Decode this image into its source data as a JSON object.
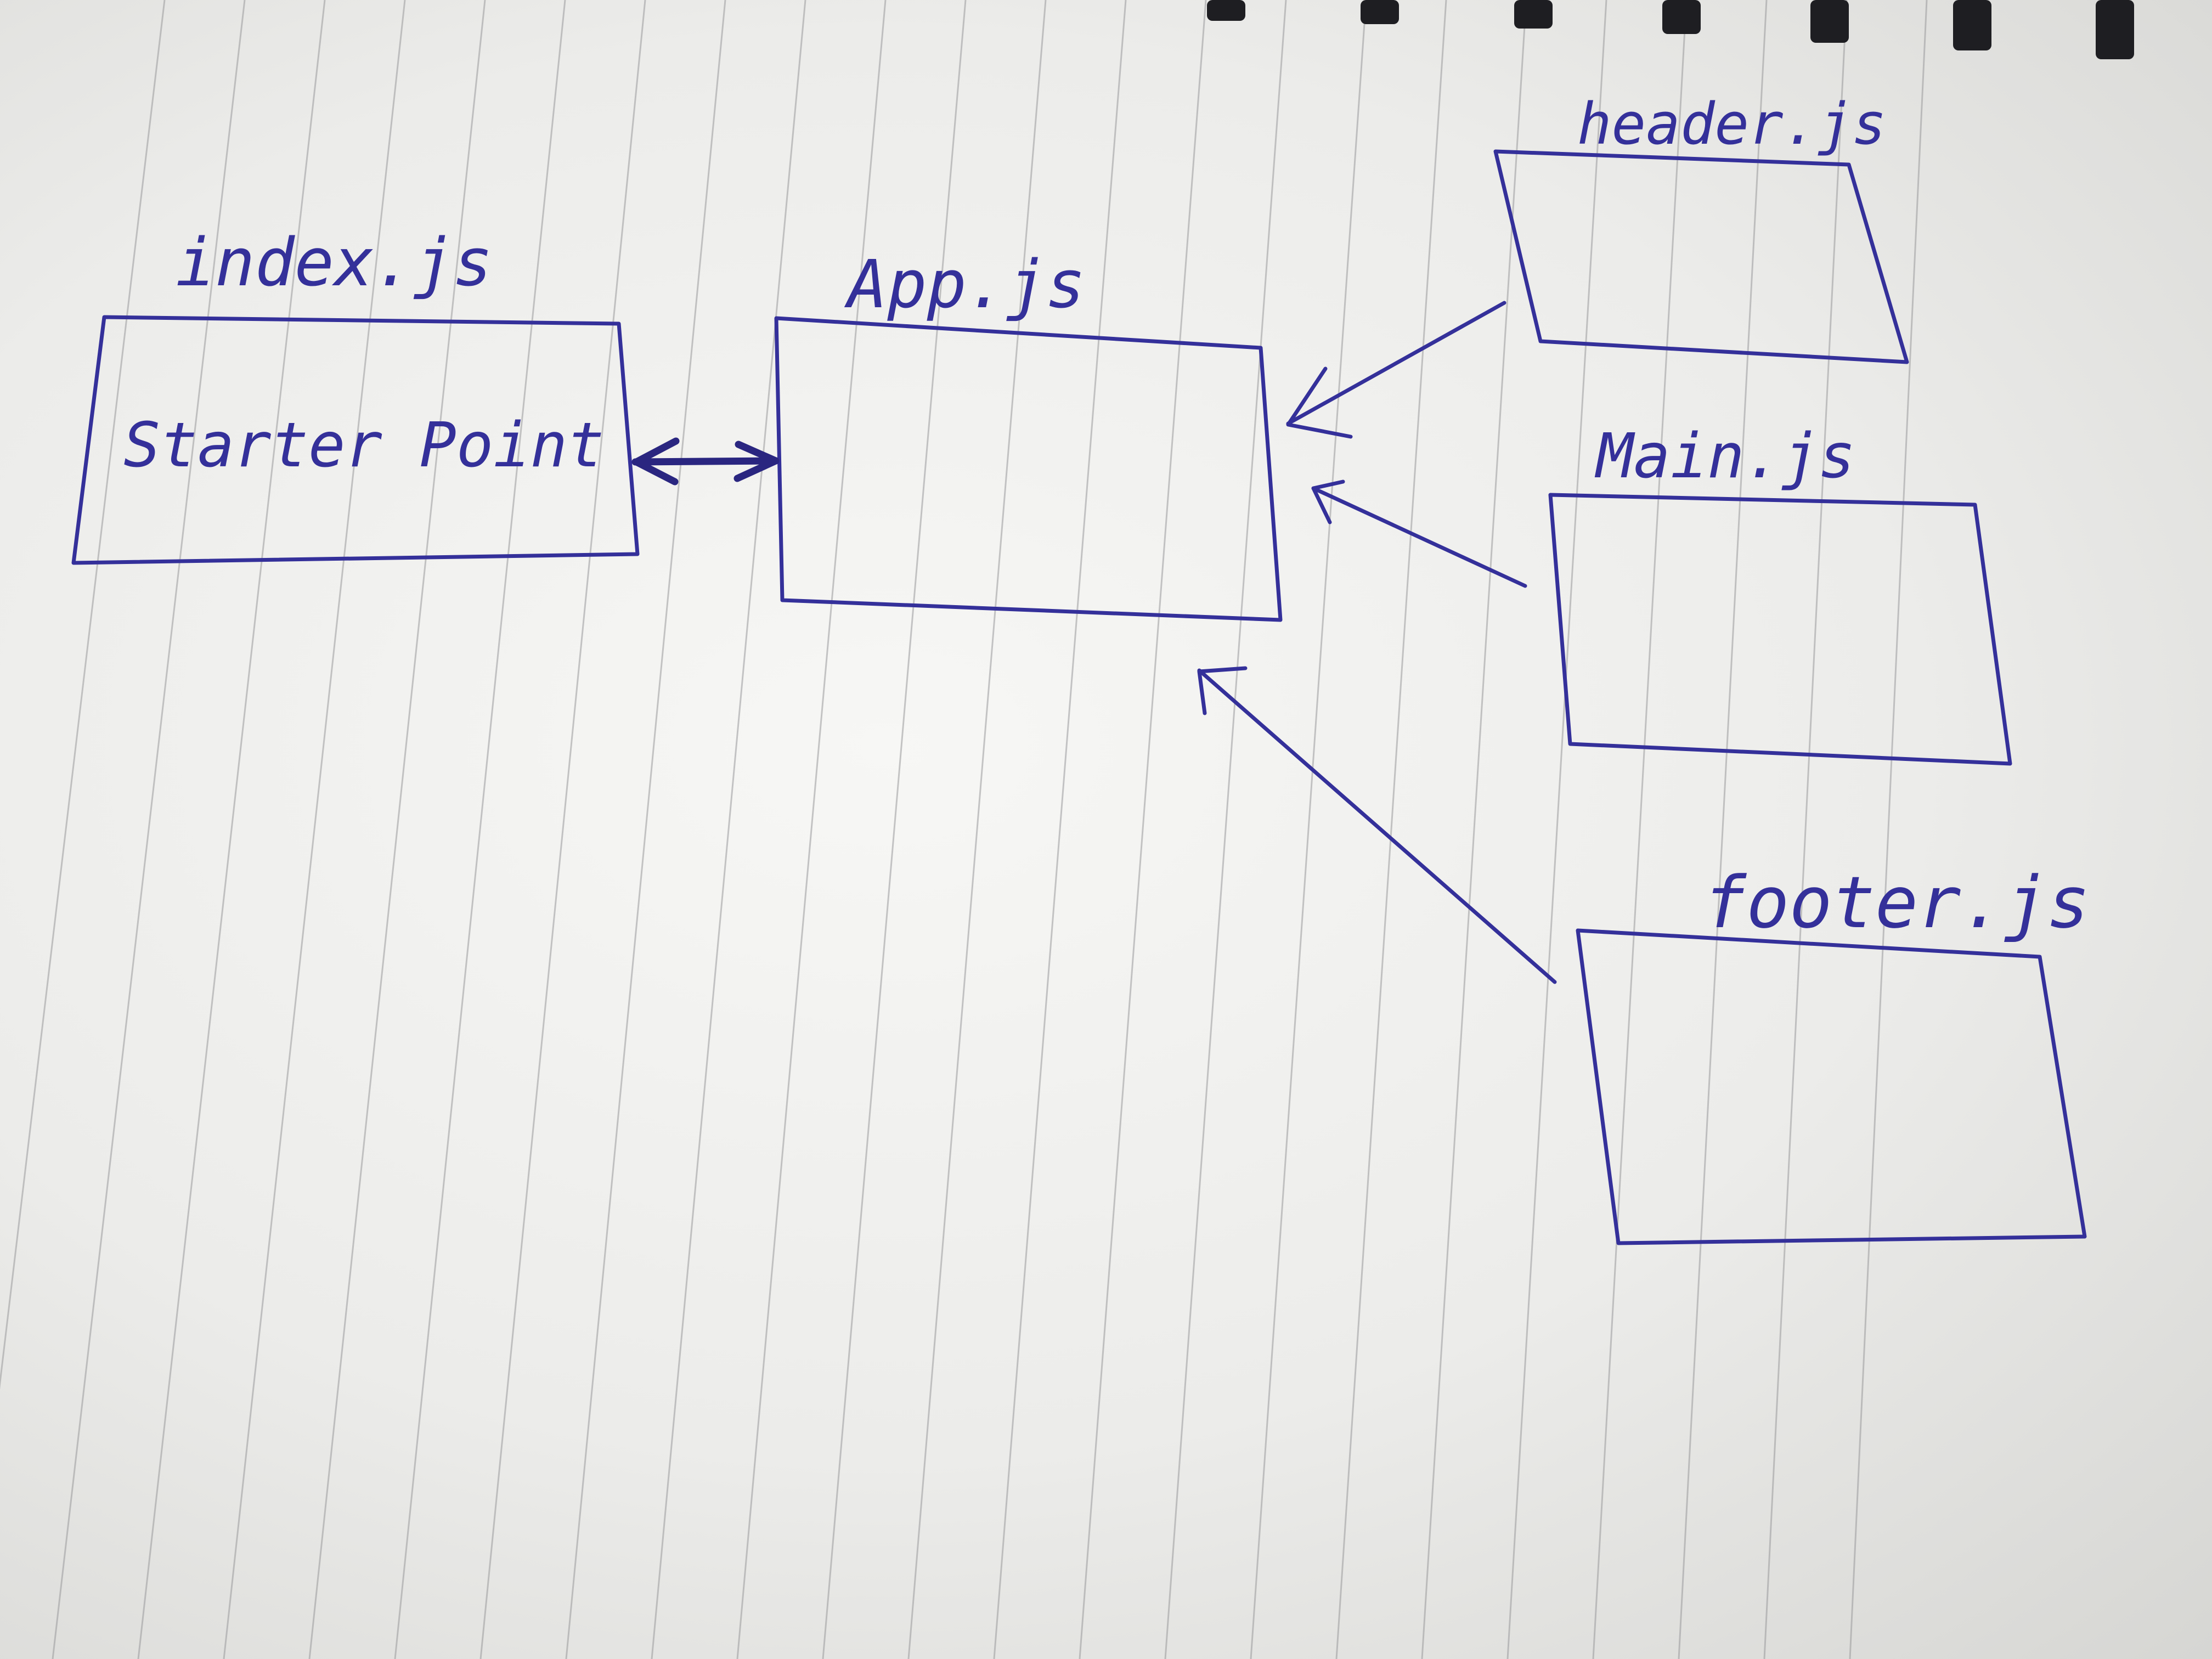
{
  "diagram": {
    "ink_color": "#34309a",
    "paper_color": "#f2f2f0",
    "rule_color": "#9a9a9c",
    "nodes": {
      "index": {
        "title": "index.js",
        "body": "Starter Point"
      },
      "app": {
        "title": "App.js"
      },
      "header": {
        "title": "header.js"
      },
      "main": {
        "title": "Main.js"
      },
      "footer": {
        "title": "footer.js"
      }
    },
    "edges": [
      {
        "from": "index",
        "to": "app",
        "direction": "both"
      },
      {
        "from": "header",
        "to": "app",
        "direction": "one-way"
      },
      {
        "from": "main",
        "to": "app",
        "direction": "one-way"
      },
      {
        "from": "footer",
        "to": "app",
        "direction": "one-way"
      }
    ]
  }
}
